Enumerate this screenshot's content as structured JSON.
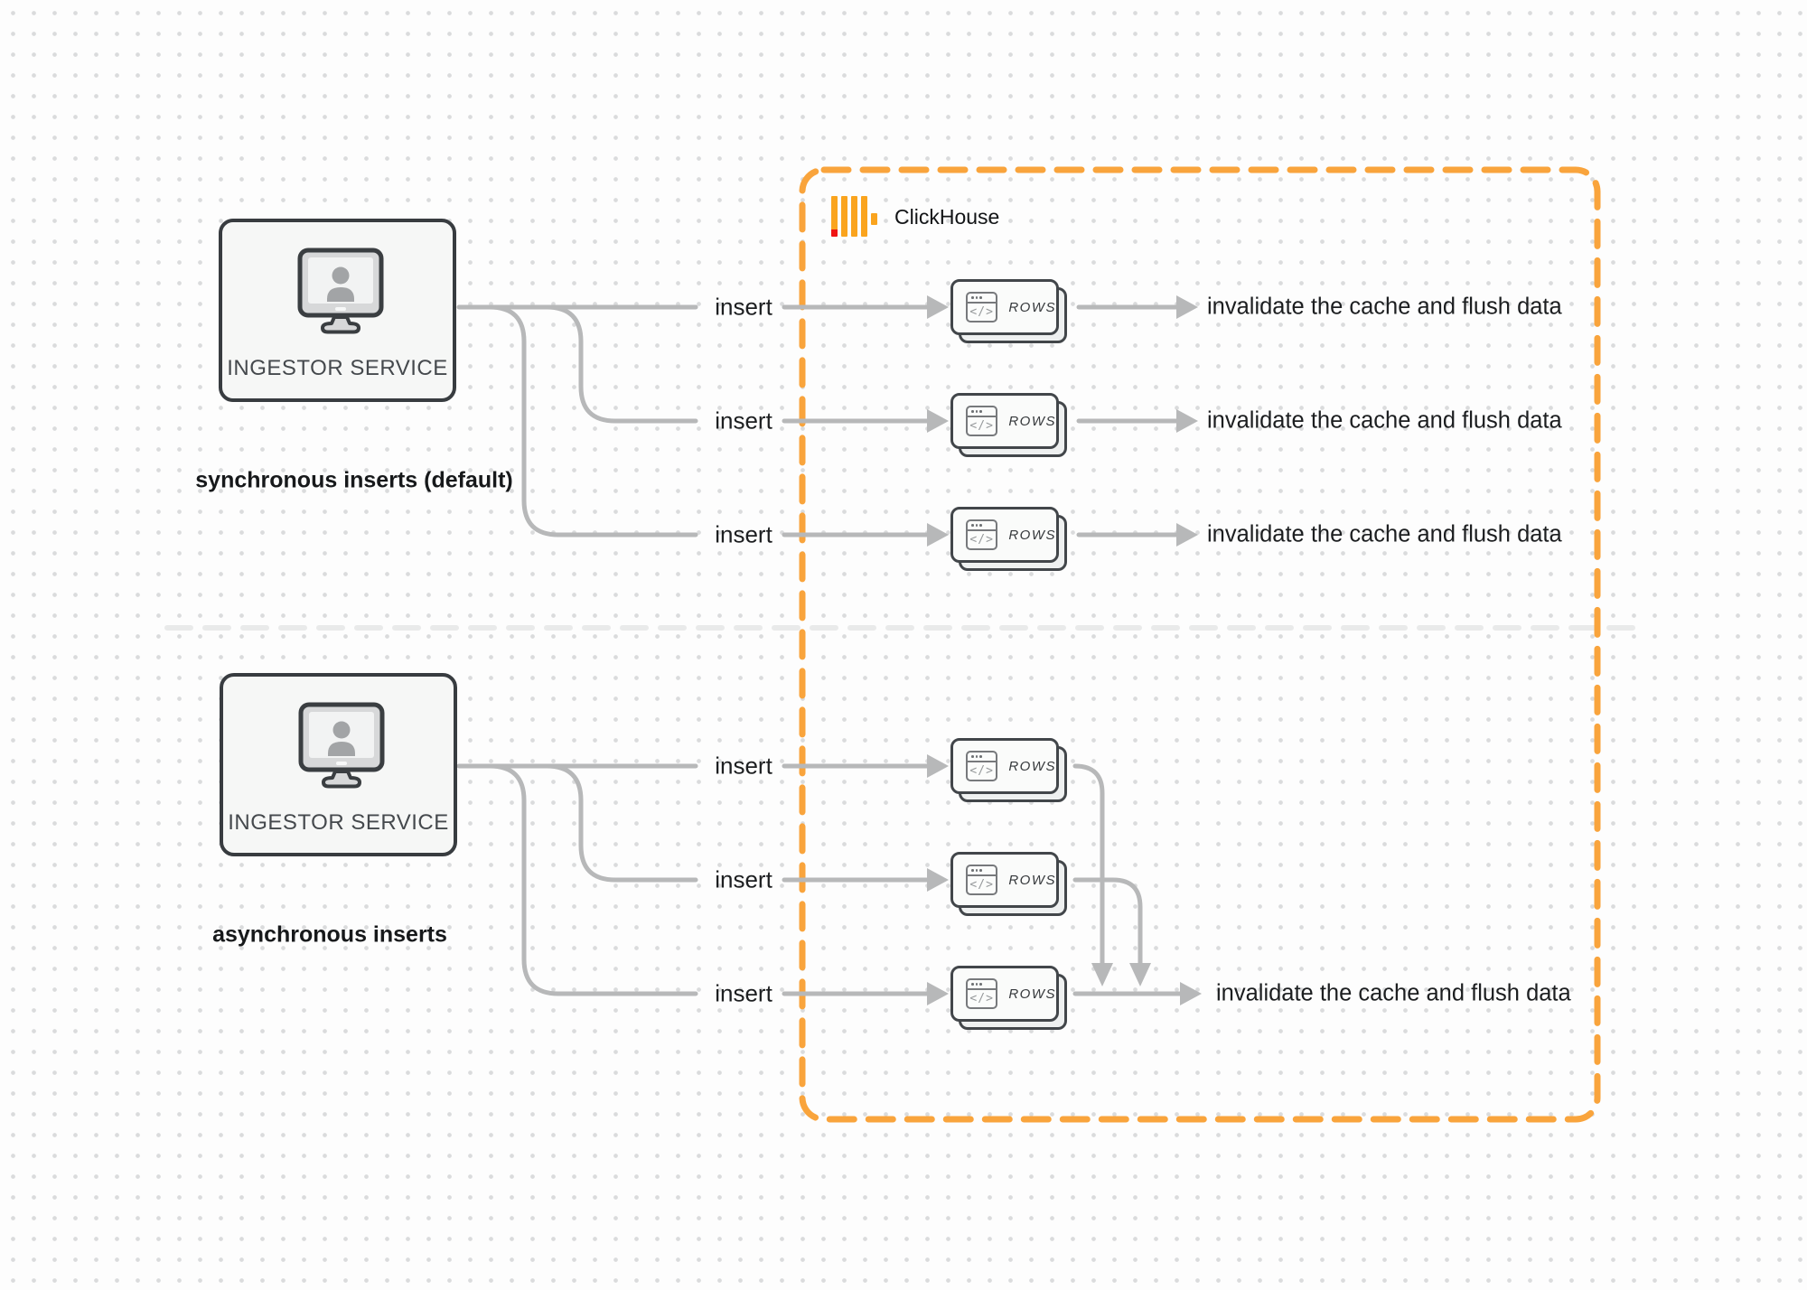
{
  "clickhouse": {
    "brand": "ClickHouse"
  },
  "sync": {
    "service_label": "INGESTOR SERVICE",
    "caption": "synchronous inserts (default)",
    "inserts": [
      "insert",
      "insert",
      "insert"
    ],
    "rows_labels": [
      "ROWS",
      "ROWS",
      "ROWS"
    ],
    "results": [
      "invalidate the cache and flush data",
      "invalidate the cache and flush data",
      "invalidate the cache and flush data"
    ]
  },
  "async": {
    "service_label": "INGESTOR SERVICE",
    "caption": "asynchronous inserts",
    "inserts": [
      "insert",
      "insert",
      "insert"
    ],
    "rows_labels": [
      "ROWS",
      "ROWS",
      "ROWS"
    ],
    "result": "invalidate the cache and flush data"
  },
  "icons": {
    "code_glyph": "</>"
  },
  "colors": {
    "accent_orange": "#F9A43C",
    "logo_amber": "#FAA41E",
    "logo_red": "#F01414",
    "wire_gray": "#b7b8b9",
    "box_border": "#383c40",
    "divider_gray": "#e9eaea"
  }
}
